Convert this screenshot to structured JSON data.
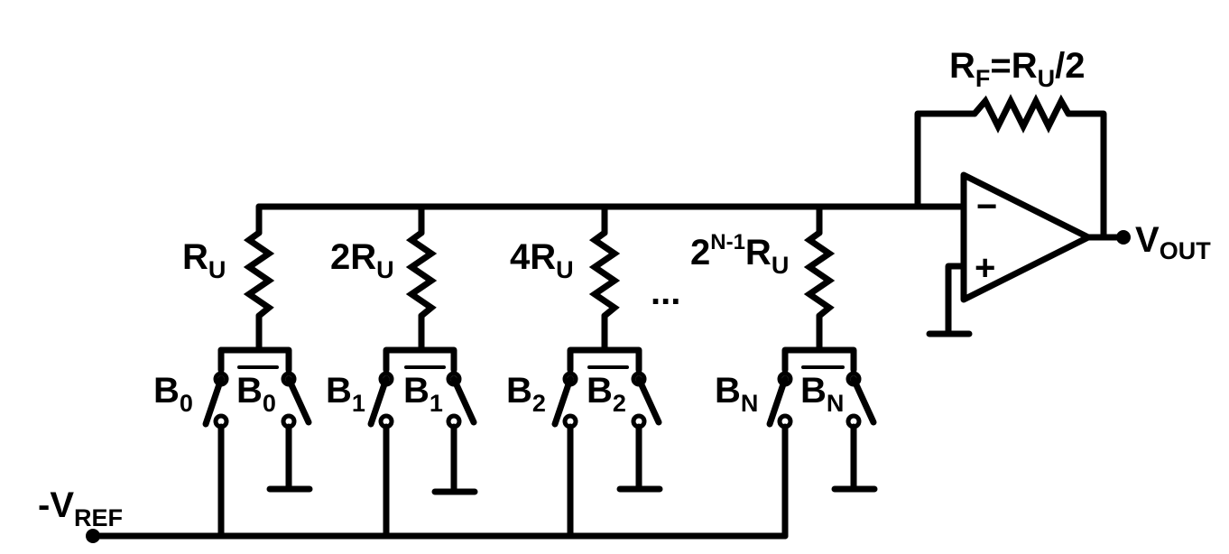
{
  "feedback_resistor": {
    "main": "R",
    "sub1": "F",
    "mid": "=R",
    "sub2": "U",
    "tail": "/2"
  },
  "ladder": [
    {
      "prefix": "",
      "main": "R",
      "sup": "",
      "sub": "U",
      "bit": "B",
      "bit_sub": "0",
      "bitbar": "B",
      "bitbar_sub": "0"
    },
    {
      "prefix": "2",
      "main": "R",
      "sup": "",
      "sub": "U",
      "bit": "B",
      "bit_sub": "1",
      "bitbar": "B",
      "bitbar_sub": "1"
    },
    {
      "prefix": "4",
      "main": "R",
      "sup": "",
      "sub": "U",
      "bit": "B",
      "bit_sub": "2",
      "bitbar": "B",
      "bitbar_sub": "2"
    },
    {
      "prefix": "2",
      "main": "R",
      "sup": "N-1",
      "sub": "U",
      "bit": "B",
      "bit_sub": "N",
      "bitbar": "B",
      "bitbar_sub": "N"
    }
  ],
  "ellipsis": "...",
  "output": {
    "main": "V",
    "sub": "OUT"
  },
  "reference": {
    "main": "-V",
    "sub": "REF"
  },
  "opamp": {
    "minus": "−",
    "plus": "+"
  }
}
